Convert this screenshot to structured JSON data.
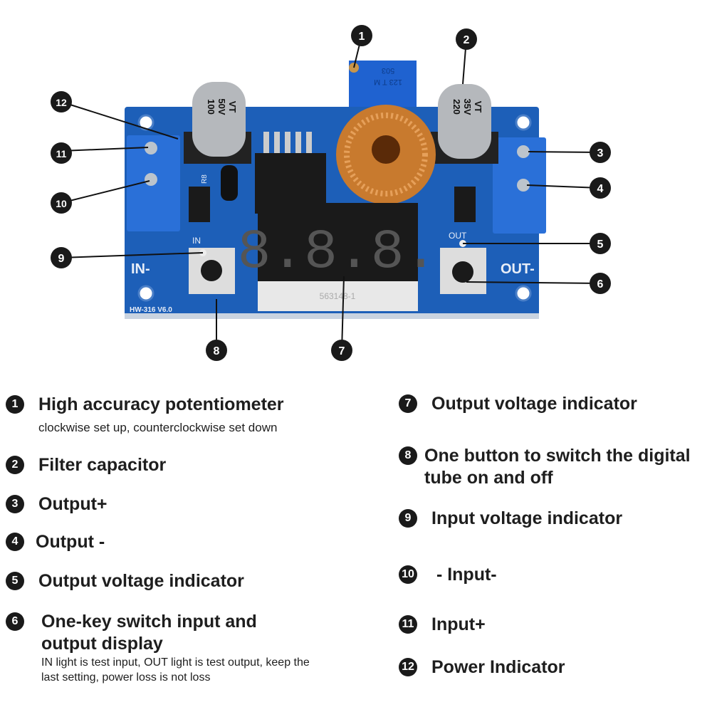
{
  "board": {
    "model": "HW-316 V6.0",
    "in_label": "IN-",
    "out_label": "OUT-",
    "in_led": "IN",
    "out_led": "OUT",
    "cap1": [
      "100",
      "50V",
      "VT"
    ],
    "cap2": [
      "220",
      "35V",
      "VT"
    ],
    "pot": [
      "503",
      "123 T M"
    ],
    "display": "8.8.8.",
    "display_part": "563148-1",
    "resistor": "R8"
  },
  "markers": [
    "1",
    "2",
    "3",
    "4",
    "5",
    "6",
    "7",
    "8",
    "9",
    "10",
    "11",
    "12"
  ],
  "legend": [
    {
      "n": "1",
      "title": "High accuracy potentiometer",
      "sub": "clockwise set up, counterclockwise set down"
    },
    {
      "n": "2",
      "title": "Filter capacitor"
    },
    {
      "n": "3",
      "title": "Output+"
    },
    {
      "n": "4",
      "title": "Output -"
    },
    {
      "n": "5",
      "title": "Output voltage indicator"
    },
    {
      "n": "6",
      "title": "One-key switch input and output display",
      "sub": "IN light is test input, OUT light is test output, keep the last setting, power loss is not loss"
    },
    {
      "n": "7",
      "title": "Output voltage indicator"
    },
    {
      "n": "8",
      "title": "One button to switch the digital tube on and off"
    },
    {
      "n": "9",
      "title": "Input voltage indicator"
    },
    {
      "n": "10",
      "title": " - Input-"
    },
    {
      "n": "11",
      "title": "Input+"
    },
    {
      "n": "12",
      "title": "Power Indicator"
    }
  ]
}
